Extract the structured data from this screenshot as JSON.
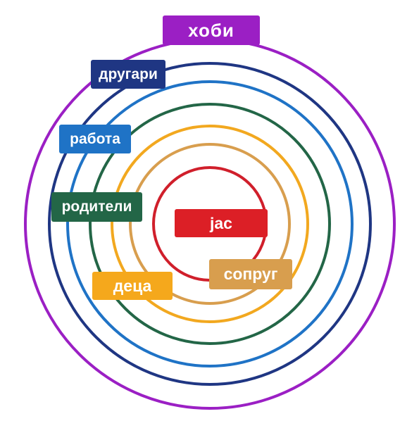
{
  "rings": [
    {
      "id": "hobi",
      "text": "хоби",
      "color": "#9b1fc4"
    },
    {
      "id": "drugari",
      "text": "другари",
      "color": "#1f3683"
    },
    {
      "id": "rabota",
      "text": "работа",
      "color": "#1f73c6"
    },
    {
      "id": "roditeli",
      "text": "родители",
      "color": "#236647"
    },
    {
      "id": "deca",
      "text": "деца",
      "color": "#f2a81f"
    },
    {
      "id": "soprug",
      "text": "сопруг",
      "color": "#d89e4e"
    },
    {
      "id": "jas",
      "text": "јас",
      "color": "#d01f2b"
    }
  ],
  "label_colors": {
    "hobi": "#9b1fc4",
    "drugari": "#1f3683",
    "rabota": "#1f73c6",
    "roditeli": "#236647",
    "deca": "#f5a81c",
    "soprug": "#d89e4e",
    "jas": "#dc1f26"
  }
}
